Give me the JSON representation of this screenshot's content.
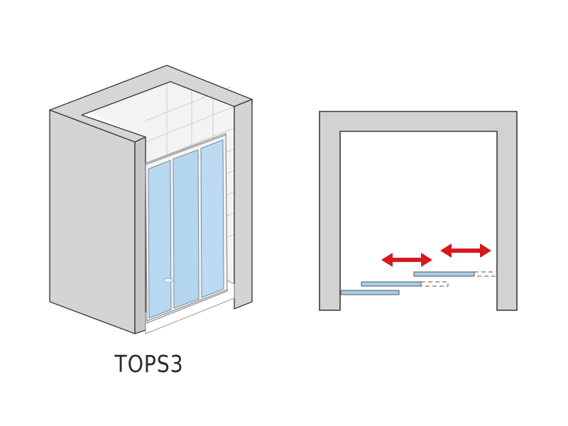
{
  "product": {
    "model_name": "TOPS3"
  },
  "illustration": {
    "isometric_view": {
      "door_panels": 3,
      "wall_color": "#d4d4d4",
      "glass_color": "#b8d8f0",
      "frame_color": "#f4f4f4"
    },
    "plan_view": {
      "sliding_panels": 3,
      "arrows": 2,
      "arrow_color": "#d6191e",
      "panel_color": "#a8cde8"
    }
  }
}
